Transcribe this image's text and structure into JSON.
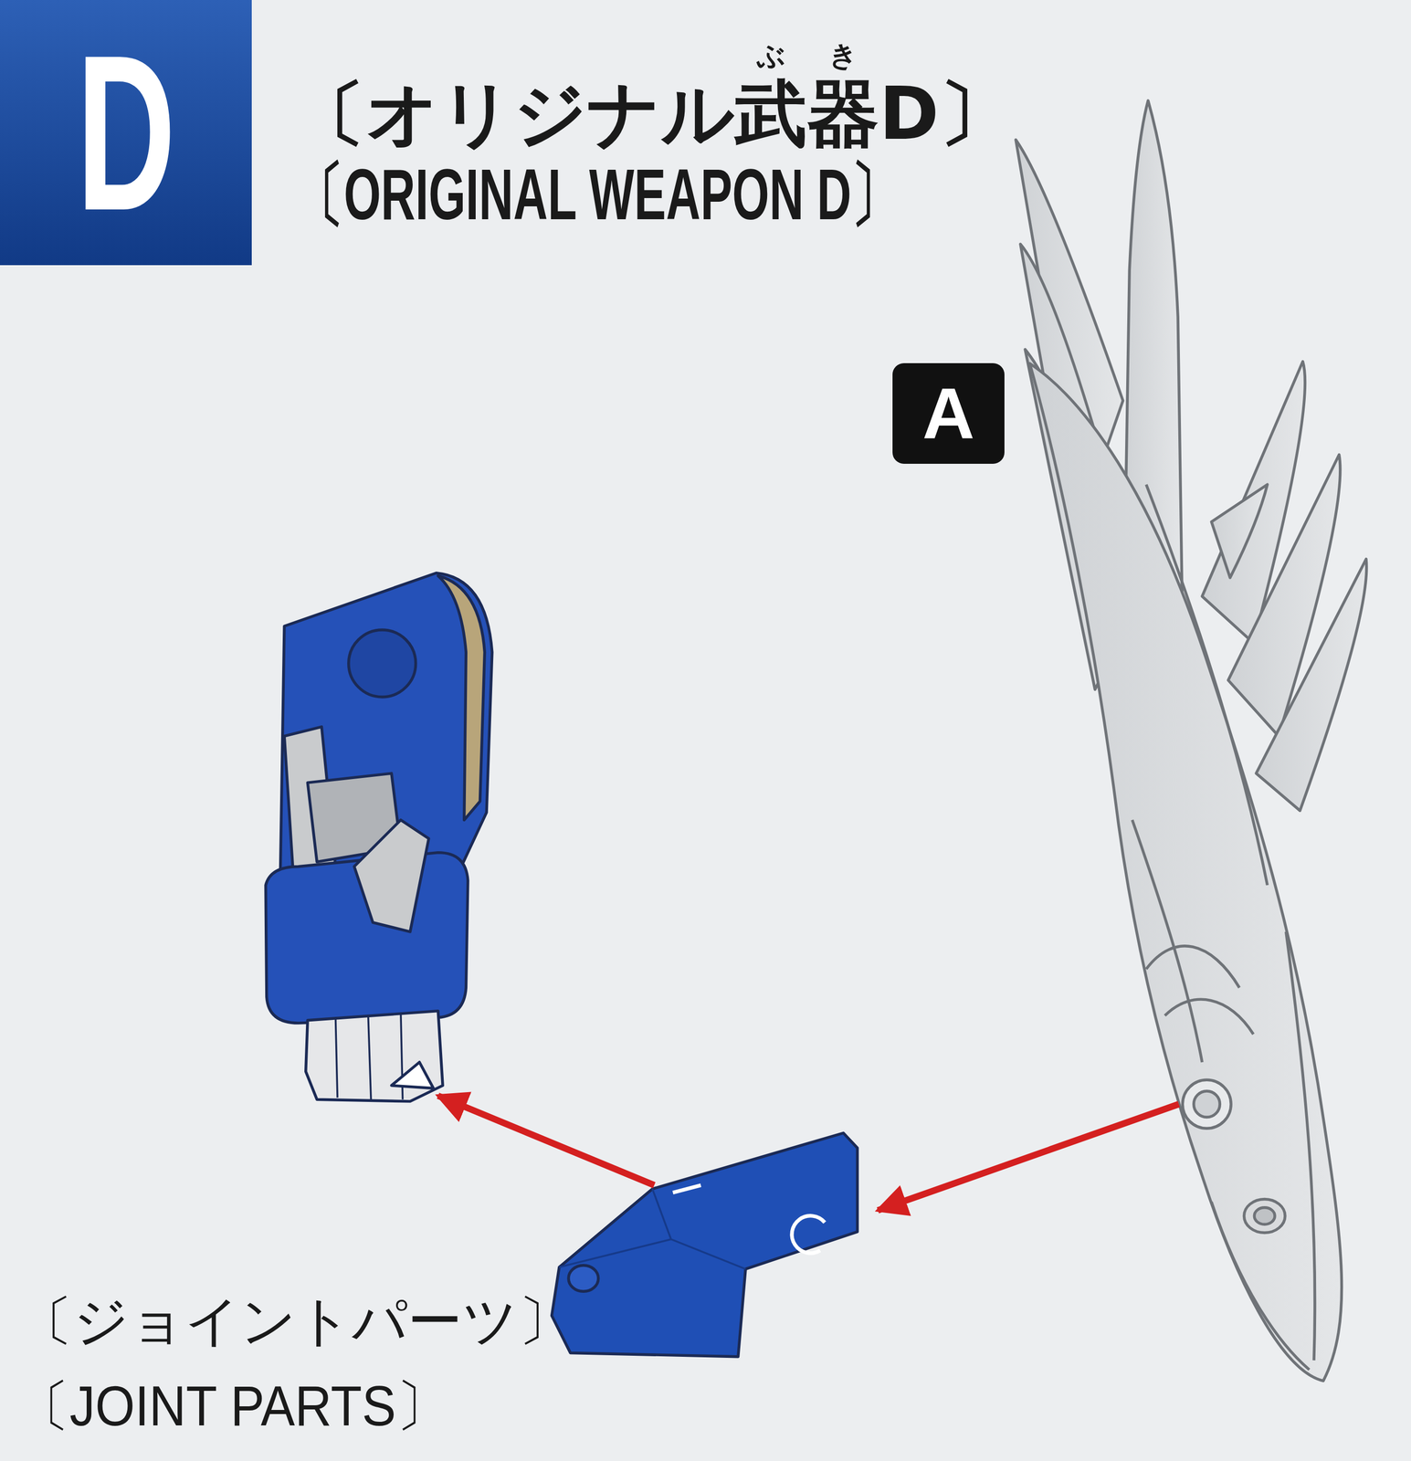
{
  "diagram": {
    "title": "〔オリジナル武器D〕",
    "nodes": [
      {
        "text": [
          "D"
        ]
      },
      {
        "text": [
          "A"
        ]
      }
    ],
    "labels": [
      "ぶ",
      "き",
      "〔ORIGINAL WEAPON D〕",
      "〔ジョイントパーツ〕",
      "〔JOINT PARTS〕"
    ]
  }
}
